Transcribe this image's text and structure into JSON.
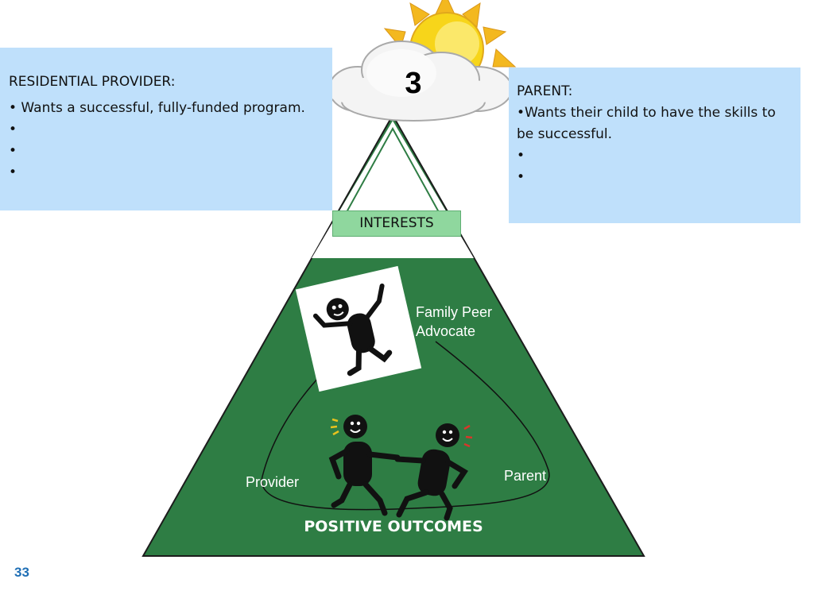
{
  "slide_number": "33",
  "sun_number": "3",
  "provider_box": {
    "heading": "RESIDENTIAL PROVIDER:",
    "bullets": [
      "• Wants a successful, fully-funded program.",
      "•",
      "•",
      "•"
    ]
  },
  "parent_box": {
    "heading": "PARENT:",
    "bullets": [
      "•Wants their child to have the skills to be successful.",
      "•",
      "•"
    ]
  },
  "pyramid": {
    "top_label": "INTERESTS",
    "bottom_label": "POSITIVE OUTCOMES",
    "figure_labels": {
      "family_peer_advocate": "Family Peer Advocate",
      "provider": "Provider",
      "parent": "Parent"
    }
  },
  "colors": {
    "pyramid_green": "#2e7d44",
    "box_blue": "#bfe0fb",
    "interests_green": "#8fd79e",
    "slide_number_blue": "#1f6fb5",
    "sun_yellow": "#f7d51a"
  },
  "icons": [
    "sun-icon",
    "cloud-icon",
    "advocate-figure-icon",
    "provider-figure-icon",
    "parent-figure-icon"
  ]
}
